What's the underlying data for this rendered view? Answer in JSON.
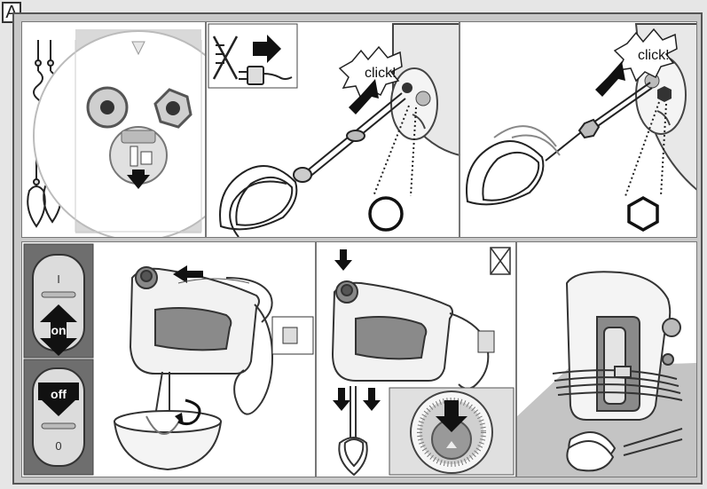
{
  "figure_label": "A",
  "click_text_1": "click!",
  "click_text_2": "click!",
  "switch_on_label": "on",
  "switch_off_label": "off",
  "switch_pos_1": "I",
  "switch_pos_0": "0",
  "colors": {
    "frame": "#555555",
    "panel_bg": "#ffffff",
    "gray_dark": "#6e6e6e",
    "gray_light": "#d9d9d9",
    "black": "#111111"
  }
}
